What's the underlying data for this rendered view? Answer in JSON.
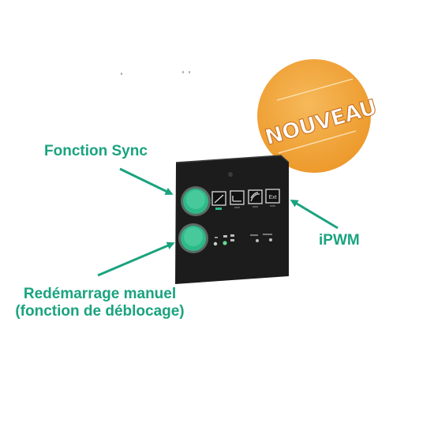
{
  "labels": {
    "sync": "Fonction Sync",
    "ipwm": "iPWM",
    "restart_line1": "Redémarrage manuel",
    "restart_line2": "(fonction de déblocage)"
  },
  "sticker": {
    "text": "NOUVEAU"
  },
  "panel": {
    "mode_icons": [
      "constant-pressure-icon",
      "constant-speed-icon",
      "autoadapt-icon",
      "external-control-icon"
    ],
    "mode_icon_text": "Ext"
  },
  "colors": {
    "accent_green": "#1aa37f",
    "button_green": "#2dba89",
    "sticker_orange": "#f0a63b",
    "panel_black": "#1c1c1c"
  }
}
